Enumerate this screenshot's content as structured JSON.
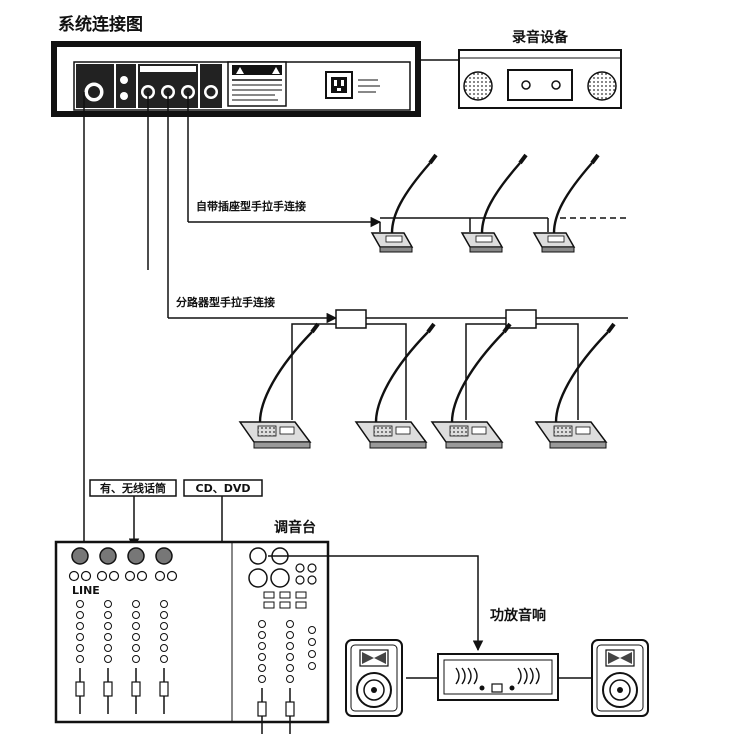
{
  "title": "系统连接图",
  "labels": {
    "recorder": "录音设备",
    "plugin_chain": "自带插座型手拉手连接",
    "splitter_chain": "分路器型手拉手连接",
    "wireless_mic": "有、无线话筒",
    "cd_dvd": "CD、DVD",
    "mixer": "调音台",
    "line": "LINE",
    "amp_speakers": "功放音响"
  },
  "colors": {
    "line": "#111111",
    "panel": "#222222",
    "device_fill": "#e6e6e6"
  }
}
